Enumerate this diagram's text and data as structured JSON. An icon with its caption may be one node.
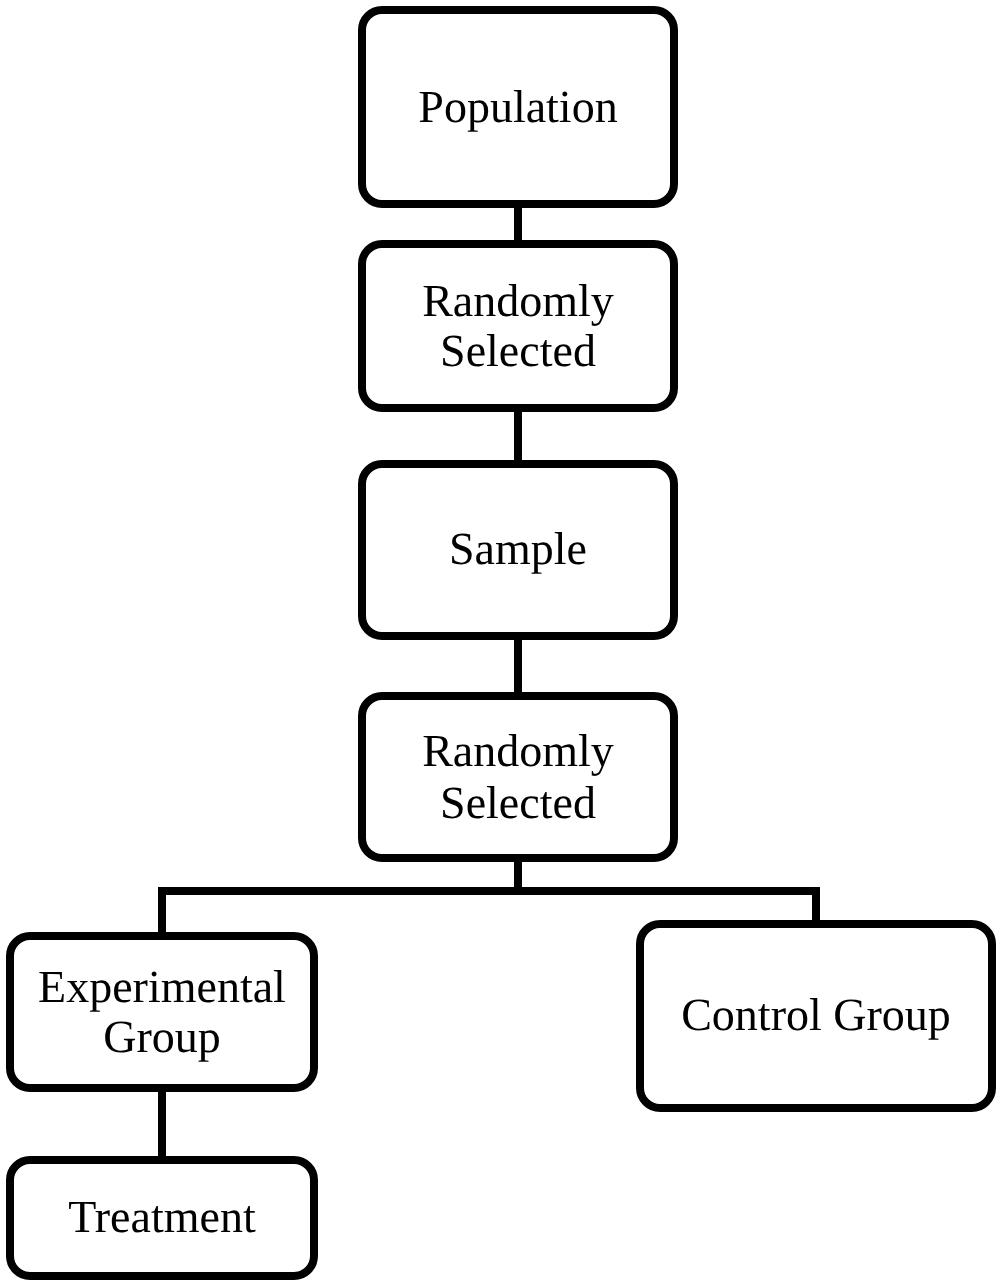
{
  "diagram": {
    "nodes": [
      {
        "text": [
          "Population"
        ]
      },
      {
        "text": [
          "Randomly Selected"
        ]
      },
      {
        "text": [
          "Sample"
        ]
      },
      {
        "text": [
          "Randomly Selected"
        ]
      },
      {
        "text": [
          "Experimental Group"
        ]
      },
      {
        "text": [
          "Control Group"
        ]
      },
      {
        "text": [
          "Treatment"
        ]
      }
    ],
    "edges": [
      {
        "from": 0,
        "to": 1,
        "arrow": "none"
      },
      {
        "from": 1,
        "to": 2,
        "arrow": "none"
      },
      {
        "from": 2,
        "to": 3,
        "arrow": "none"
      },
      {
        "from": 3,
        "to": 4,
        "arrow": "none"
      },
      {
        "from": 3,
        "to": 5,
        "arrow": "none"
      },
      {
        "from": 4,
        "to": 6,
        "arrow": "none"
      }
    ]
  }
}
